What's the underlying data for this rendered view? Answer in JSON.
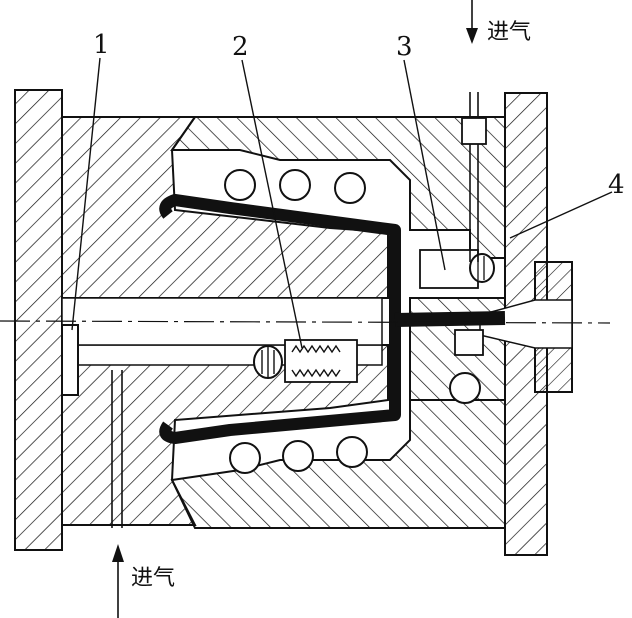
{
  "callouts": [
    {
      "id": "1",
      "text": "1"
    },
    {
      "id": "2",
      "text": "2"
    },
    {
      "id": "3",
      "text": "3"
    },
    {
      "id": "4",
      "text": "4"
    }
  ],
  "air_inlets": {
    "top": "进气",
    "bottom": "进气"
  }
}
